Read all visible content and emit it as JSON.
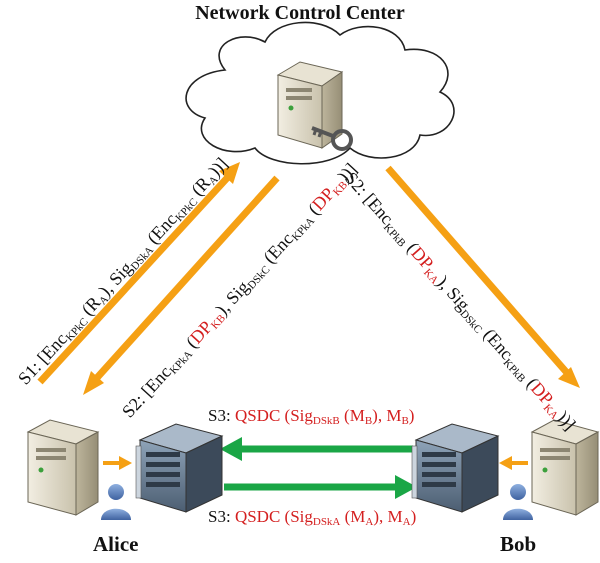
{
  "title": "Network Control Center",
  "alice_label": "Alice",
  "bob_label": "Bob",
  "s1": {
    "prefix": "S1: [Enc",
    "k1": "KPkC",
    "a": " (R",
    "a_sub": "A",
    "b": "), Sig",
    "k2": "DSkA",
    "c": " (Enc",
    "k3": "KPkC",
    "d": " (R",
    "d_sub": "A",
    "e": "))]"
  },
  "s2_left": {
    "prefix": "S2: [Enc",
    "k1": "KPkA",
    "red1": "DP",
    "red1_sub": "KB",
    "b": "), Sig",
    "k2": "DSkC",
    "c": " (Enc",
    "k3": "KPkA",
    "red2": "DP",
    "red2_sub": "KB",
    "e": "))]"
  },
  "s2_right": {
    "prefix": "S2: [Enc",
    "k1": "KPkB",
    "red1": "DP",
    "red1_sub": "KA",
    "b": "), Sig",
    "k2": "DSkC",
    "c": " (Enc",
    "k3": "KPkB",
    "red2": "DP",
    "red2_sub": "KA",
    "e": "))]"
  },
  "s3_top": {
    "prefix": "S3: ",
    "red_a": "QSDC (Sig",
    "key": "DSkB",
    "red_b": " (M",
    "m_sub": "B",
    "red_c": "), M",
    "m2_sub": "B",
    "red_d": ")"
  },
  "s3_bottom": {
    "prefix": "S3: ",
    "red_a": "QSDC (Sig",
    "key": "DSkA",
    "red_b": " (M",
    "m_sub": "A",
    "red_c": "), M",
    "m2_sub": "A",
    "red_d": ")"
  },
  "colors": {
    "orange_arrow": "#f5a014",
    "green_arrow": "#1aa646",
    "red_text": "#d41f1f",
    "user_blue": "#5a7fb8"
  }
}
